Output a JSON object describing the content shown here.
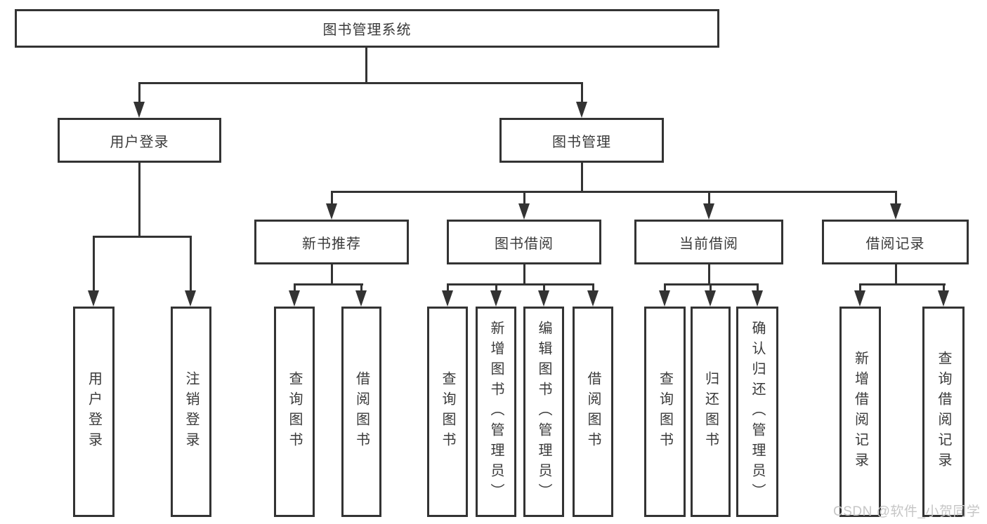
{
  "tree": {
    "root": {
      "label": "图书管理系统"
    },
    "branches": [
      {
        "label": "用户登录",
        "children": [
          {
            "label": "用户登录"
          },
          {
            "label": "注销登录"
          }
        ]
      },
      {
        "label": "图书管理",
        "children": [
          {
            "label": "新书推荐",
            "children": [
              {
                "label": "查询图书"
              },
              {
                "label": "借阅图书"
              }
            ]
          },
          {
            "label": "图书借阅",
            "children": [
              {
                "label": "查询图书"
              },
              {
                "label": "新增图书（管理员）"
              },
              {
                "label": "编辑图书（管理员）"
              },
              {
                "label": "借阅图书"
              }
            ]
          },
          {
            "label": "当前借阅",
            "children": [
              {
                "label": "查询图书"
              },
              {
                "label": "归还图书"
              },
              {
                "label": "确认归还（管理员）"
              }
            ]
          },
          {
            "label": "借阅记录",
            "children": [
              {
                "label": "新增借阅记录"
              },
              {
                "label": "查询借阅记录"
              }
            ]
          }
        ]
      }
    ]
  },
  "watermark": "CSDN @软件_小贺同学",
  "colors": {
    "line": "#333333",
    "text": "#3a3a3a",
    "watermark": "#c6c6c6"
  }
}
